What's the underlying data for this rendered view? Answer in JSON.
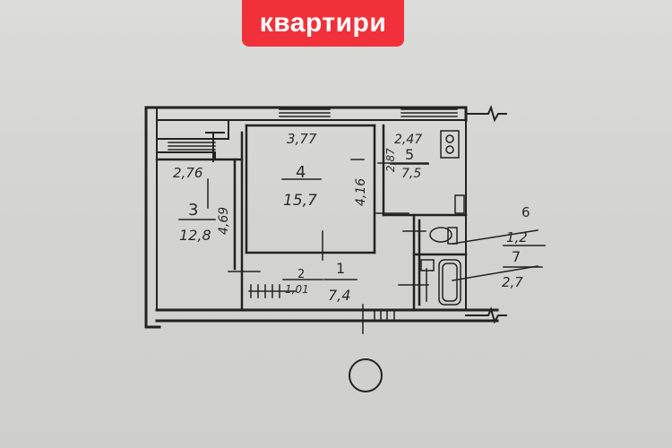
{
  "badge": {
    "label": "квартири",
    "color": "#f0313a"
  },
  "plan": {
    "dimensions": {
      "room3_width": "2,76",
      "room3_length": "4,69",
      "room4_width": "3,77",
      "room4_length": "4,16",
      "room5_width": "2,47",
      "room5_length": "2,87",
      "corridor_width": "1,01"
    },
    "rooms": [
      {
        "number": "3",
        "area": "12,8"
      },
      {
        "number": "4",
        "area": "15,7"
      },
      {
        "number": "5",
        "area": "7,5"
      },
      {
        "number": "1",
        "area": "7,4"
      },
      {
        "number": "6",
        "area": "1,2"
      },
      {
        "number": "7",
        "area": "2,7"
      }
    ],
    "extra_labels": {
      "corridor_num": "2"
    }
  },
  "colors": {
    "paper": "#d6d6d4",
    "ink": "#222222"
  }
}
